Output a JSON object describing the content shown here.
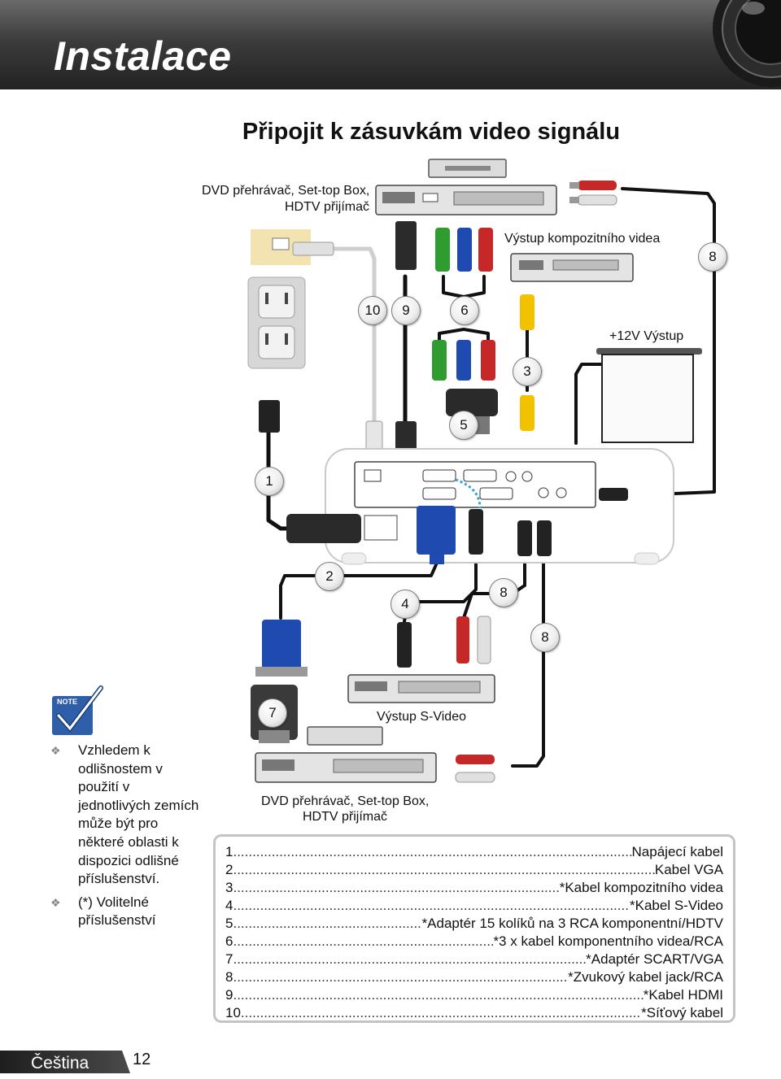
{
  "header": {
    "title": "Instalace"
  },
  "page_heading": "Připojit k zásuvkám video signálu",
  "labels": {
    "dvd_top_line1": "DVD přehrávač, Set-top Box,",
    "dvd_top_line2": "HDTV přijímač",
    "composite_out": "Výstup kompozitního videa",
    "twelve_v": "+12V Výstup",
    "svideo_out": "Výstup S-Video",
    "dvd_bottom_line1": "DVD přehrávač, Set-top Box,",
    "dvd_bottom_line2": "HDTV přijímač"
  },
  "badges": [
    "10",
    "9",
    "6",
    "8",
    "3",
    "5",
    "1",
    "2",
    "4",
    "8",
    "8",
    "7"
  ],
  "note": {
    "icon_text": "NOTE",
    "items": [
      "Vzhledem k odlišnostem v použití v jednotlivých zemích může být pro některé oblasti k dispozici odlišné příslušenství.",
      "(*) Volitelné příslušenství"
    ]
  },
  "legend": [
    {
      "num": "1",
      "name": "Napájecí kabel"
    },
    {
      "num": "2",
      "name": "Kabel VGA"
    },
    {
      "num": "3",
      "name": "*Kabel kompozitního videa"
    },
    {
      "num": "4",
      "name": "*Kabel S-Video"
    },
    {
      "num": "5",
      "name": "*Adaptér 15 kolíků na 3 RCA komponentní/HDTV"
    },
    {
      "num": "6",
      "name": "*3 x kabel komponentního videa/RCA"
    },
    {
      "num": "7",
      "name": "*Adaptér SCART/VGA"
    },
    {
      "num": "8",
      "name": "*Zvukový kabel jack/RCA"
    },
    {
      "num": "9",
      "name": "*Kabel HDMI"
    },
    {
      "num": "10",
      "name": "*Síťový kabel"
    }
  ],
  "footer": {
    "language": "Čeština",
    "page_number": "12"
  }
}
